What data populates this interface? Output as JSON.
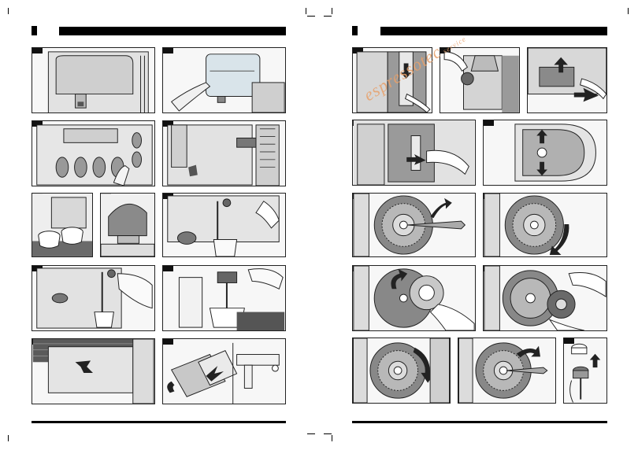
{
  "watermark": {
    "brand": "espressotec",
    "suffix": "service"
  },
  "left_page": {
    "panels": [
      {
        "id": "L1",
        "subject": "coffee-machine-front"
      },
      {
        "id": "L2",
        "subject": "water-tank-removal"
      },
      {
        "id": "L3",
        "subject": "control-panel-buttons"
      },
      {
        "id": "L4",
        "subject": "machine-side-view"
      },
      {
        "id": "L5",
        "subject": "two-cups-under-spout"
      },
      {
        "id": "L6",
        "subject": "dispenser-close-up"
      },
      {
        "id": "L7",
        "subject": "steam-nozzle-jug"
      },
      {
        "id": "L8",
        "subject": "hot-water-into-cup"
      },
      {
        "id": "L9",
        "subject": "cappuccino-frother"
      },
      {
        "id": "L10",
        "subject": "drip-tray-removal"
      },
      {
        "id": "L11",
        "subject": "grounds-container"
      }
    ]
  },
  "right_page": {
    "panels": [
      {
        "id": "R1",
        "subject": "brewing-unit-removal"
      },
      {
        "id": "R2",
        "subject": "brewing-unit-hands"
      },
      {
        "id": "R3",
        "subject": "brewing-unit-slide"
      },
      {
        "id": "R4",
        "subject": "door-opening"
      },
      {
        "id": "R5",
        "subject": "grinder-cover-arrows"
      },
      {
        "id": "R6",
        "subject": "grinder-key-rotate"
      },
      {
        "id": "R7",
        "subject": "grinder-ring-rotate"
      },
      {
        "id": "R8",
        "subject": "grinder-ring-lift"
      },
      {
        "id": "R9",
        "subject": "grinder-burr-remove"
      },
      {
        "id": "R10",
        "subject": "grinder-adjust-arrow"
      },
      {
        "id": "R11",
        "subject": "grinder-key-insert"
      },
      {
        "id": "R12",
        "subject": "frother-parts"
      }
    ]
  }
}
